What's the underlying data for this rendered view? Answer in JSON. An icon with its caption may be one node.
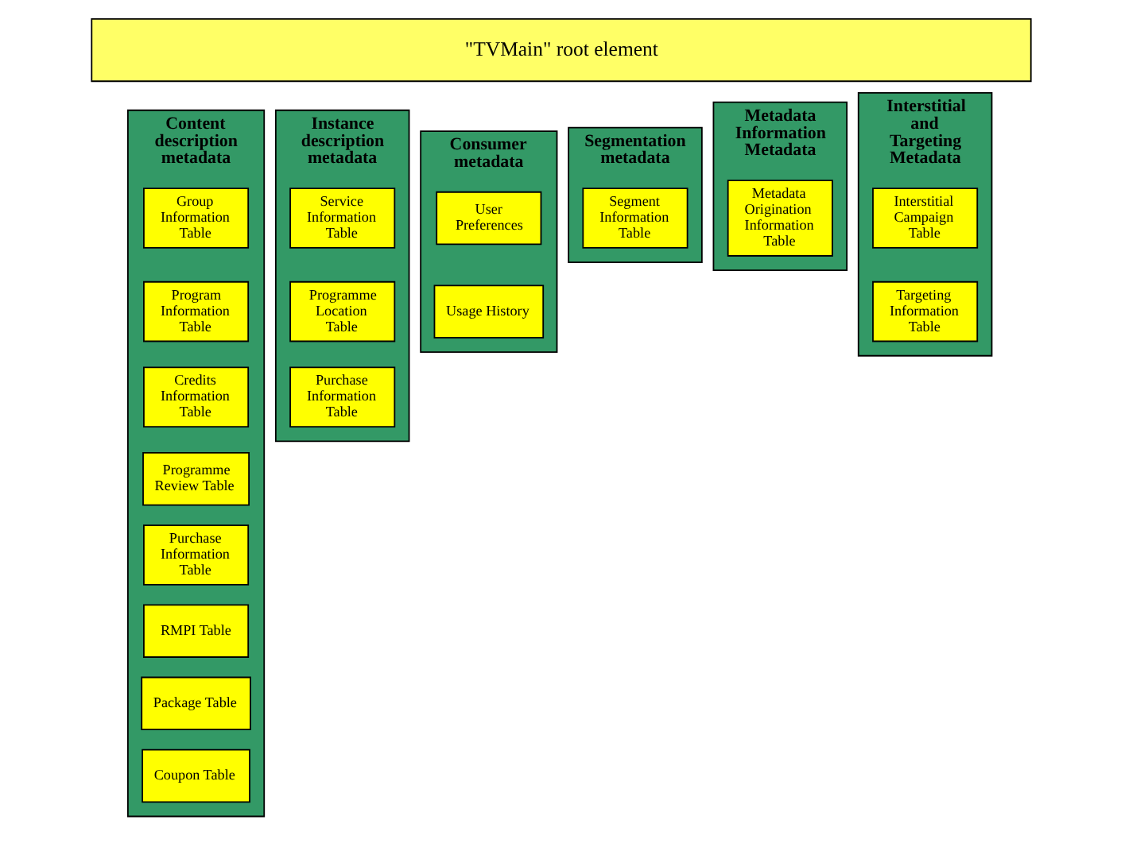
{
  "diagram": {
    "nodes": [
      {
        "text": [
          "\"TVMain\" root element"
        ]
      },
      {
        "text": [
          "Content description metadata"
        ]
      },
      {
        "text": [
          "Group Information Table"
        ],
        "in": 1
      },
      {
        "text": [
          "Program Information Table"
        ],
        "in": 1
      },
      {
        "text": [
          "Credits Information Table"
        ],
        "in": 1
      },
      {
        "text": [
          "Programme Review Table"
        ],
        "in": 1
      },
      {
        "text": [
          "Purchase Information Table"
        ],
        "in": 1
      },
      {
        "text": [
          "RMPI Table"
        ],
        "in": 1
      },
      {
        "text": [
          "Package Table"
        ],
        "in": 1
      },
      {
        "text": [
          "Coupon Table"
        ],
        "in": 1
      },
      {
        "text": [
          "Instance description metadata"
        ]
      },
      {
        "text": [
          "Service Information Table"
        ],
        "in": 10
      },
      {
        "text": [
          "Programme Location Table"
        ],
        "in": 10
      },
      {
        "text": [
          "Purchase Information Table"
        ],
        "in": 10
      },
      {
        "text": [
          "Consumer metadata"
        ]
      },
      {
        "text": [
          "User Preferences"
        ],
        "in": 14
      },
      {
        "text": [
          "Usage History"
        ],
        "in": 14
      },
      {
        "text": [
          "Segmentation metadata"
        ]
      },
      {
        "text": [
          "Segment Information Table"
        ],
        "in": 17
      },
      {
        "text": [
          "Metadata Information Metadata"
        ]
      },
      {
        "text": [
          "Metadata Origination Information Table"
        ],
        "in": 19
      },
      {
        "text": [
          "Interstitial and Targeting Metadata"
        ]
      },
      {
        "text": [
          "Interstitial Campaign Table"
        ],
        "in": 21
      },
      {
        "text": [
          "Targeting Information Table"
        ],
        "in": 21
      }
    ]
  }
}
